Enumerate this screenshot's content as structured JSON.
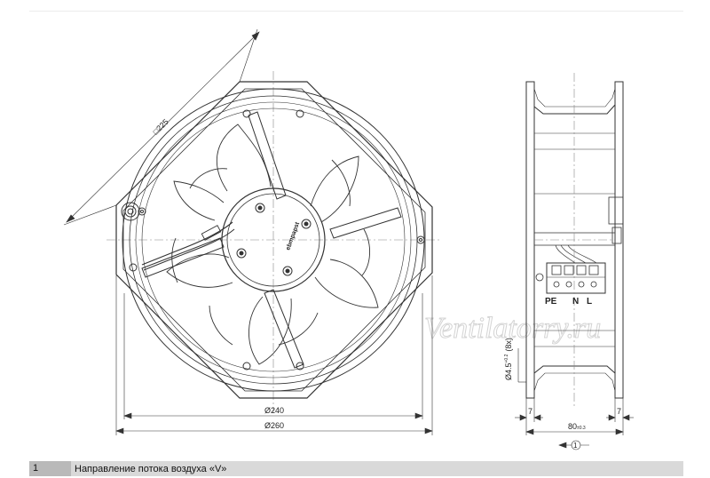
{
  "dimensions": {
    "square": "□225",
    "dia_inner": "Ø240",
    "dia_outer": "Ø260",
    "mount_hole": "Ø4.5",
    "mount_hole_tol": "+0.2",
    "mount_hole_count": "(8x)",
    "side_left": "7",
    "side_right": "7",
    "depth": "80",
    "depth_tol": "±0.3"
  },
  "terminals": {
    "pe": "PE",
    "n": "N",
    "l": "L"
  },
  "brand_label": "ebmpapst",
  "callout_number": "1",
  "watermark": "Ventilatorry.ru",
  "footer": {
    "number": "1",
    "text": "Направление потока воздуха «V»"
  }
}
